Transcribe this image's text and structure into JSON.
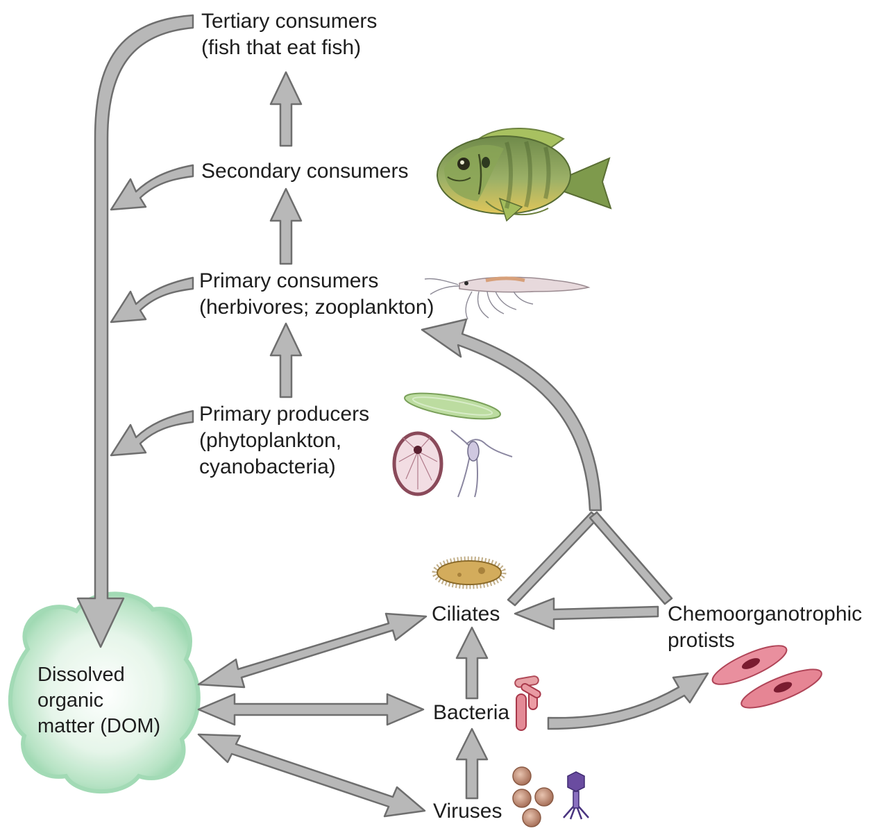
{
  "diagram": {
    "tertiary": {
      "line1": "Tertiary consumers",
      "line2": "(fish that eat fish)"
    },
    "secondary": {
      "line1": "Secondary consumers"
    },
    "primary_consumers": {
      "line1": "Primary consumers",
      "line2": "(herbivores; zooplankton)"
    },
    "primary_producers": {
      "line1": "Primary producers",
      "line2": "(phytoplankton,",
      "line3": "cyanobacteria)"
    },
    "dom": {
      "line1": "Dissolved",
      "line2": "organic",
      "line3": "matter (DOM)"
    },
    "ciliates": {
      "line1": "Ciliates"
    },
    "bacteria": {
      "line1": "Bacteria"
    },
    "viruses": {
      "line1": "Viruses"
    },
    "protists": {
      "line1": "Chemoorganotrophic",
      "line2": "protists"
    }
  },
  "colors": {
    "arrow_fill": "#b8b8b8",
    "arrow_stroke": "#6e6e6e",
    "dom_cloud": "#a9dcb8",
    "fish_body": "#8fa35a",
    "protist": "#d86b7a"
  },
  "icons": [
    "fish-icon",
    "krill-icon",
    "phytoplankton-icon",
    "ciliate-icon",
    "bacteria-icon",
    "virus-icon",
    "protist-icon"
  ]
}
